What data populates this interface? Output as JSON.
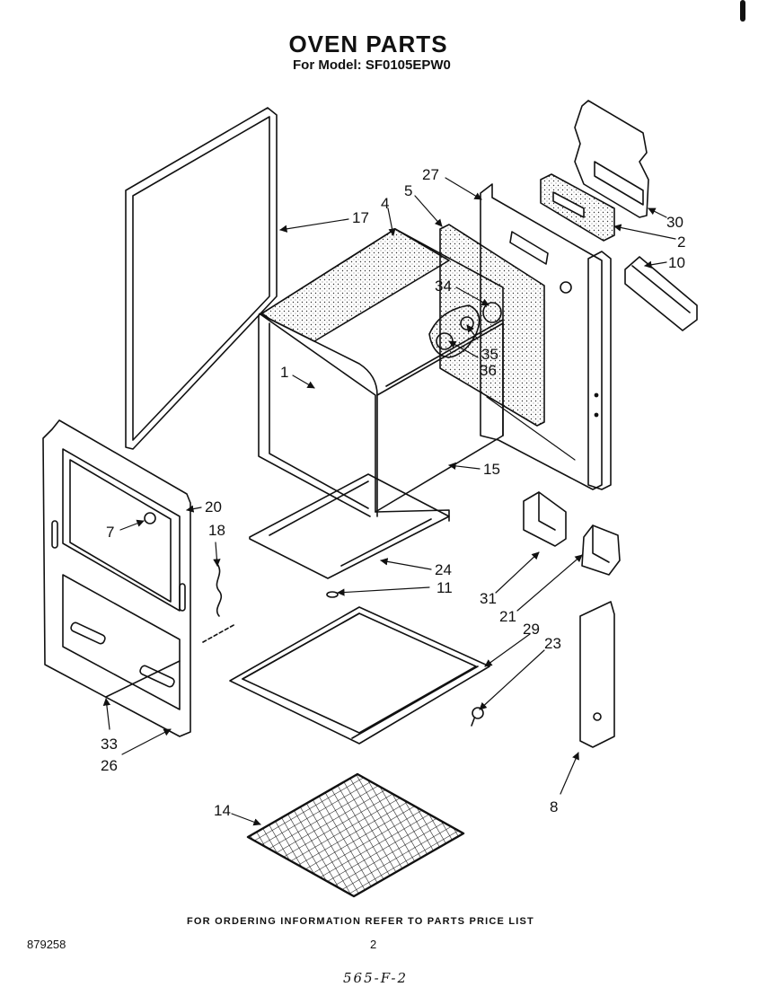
{
  "title": "OVEN PARTS",
  "subtitle": "For Model: SF0105EPW0",
  "footer": "FOR ORDERING INFORMATION REFER TO PARTS PRICE LIST",
  "doc_number": "879258",
  "page_number": "2",
  "handwritten_note": "565-F-2",
  "callouts": {
    "c1": "1",
    "c2": "2",
    "c4": "4",
    "c5": "5",
    "c7": "7",
    "c8": "8",
    "c10": "10",
    "c11": "11",
    "c14": "14",
    "c15": "15",
    "c17": "17",
    "c18": "18",
    "c20": "20",
    "c21": "21",
    "c23": "23",
    "c24": "24",
    "c26": "26",
    "c27": "27",
    "c29": "29",
    "c30": "30",
    "c31": "31",
    "c33": "33",
    "c34": "34",
    "c35": "35",
    "c36": "36"
  }
}
